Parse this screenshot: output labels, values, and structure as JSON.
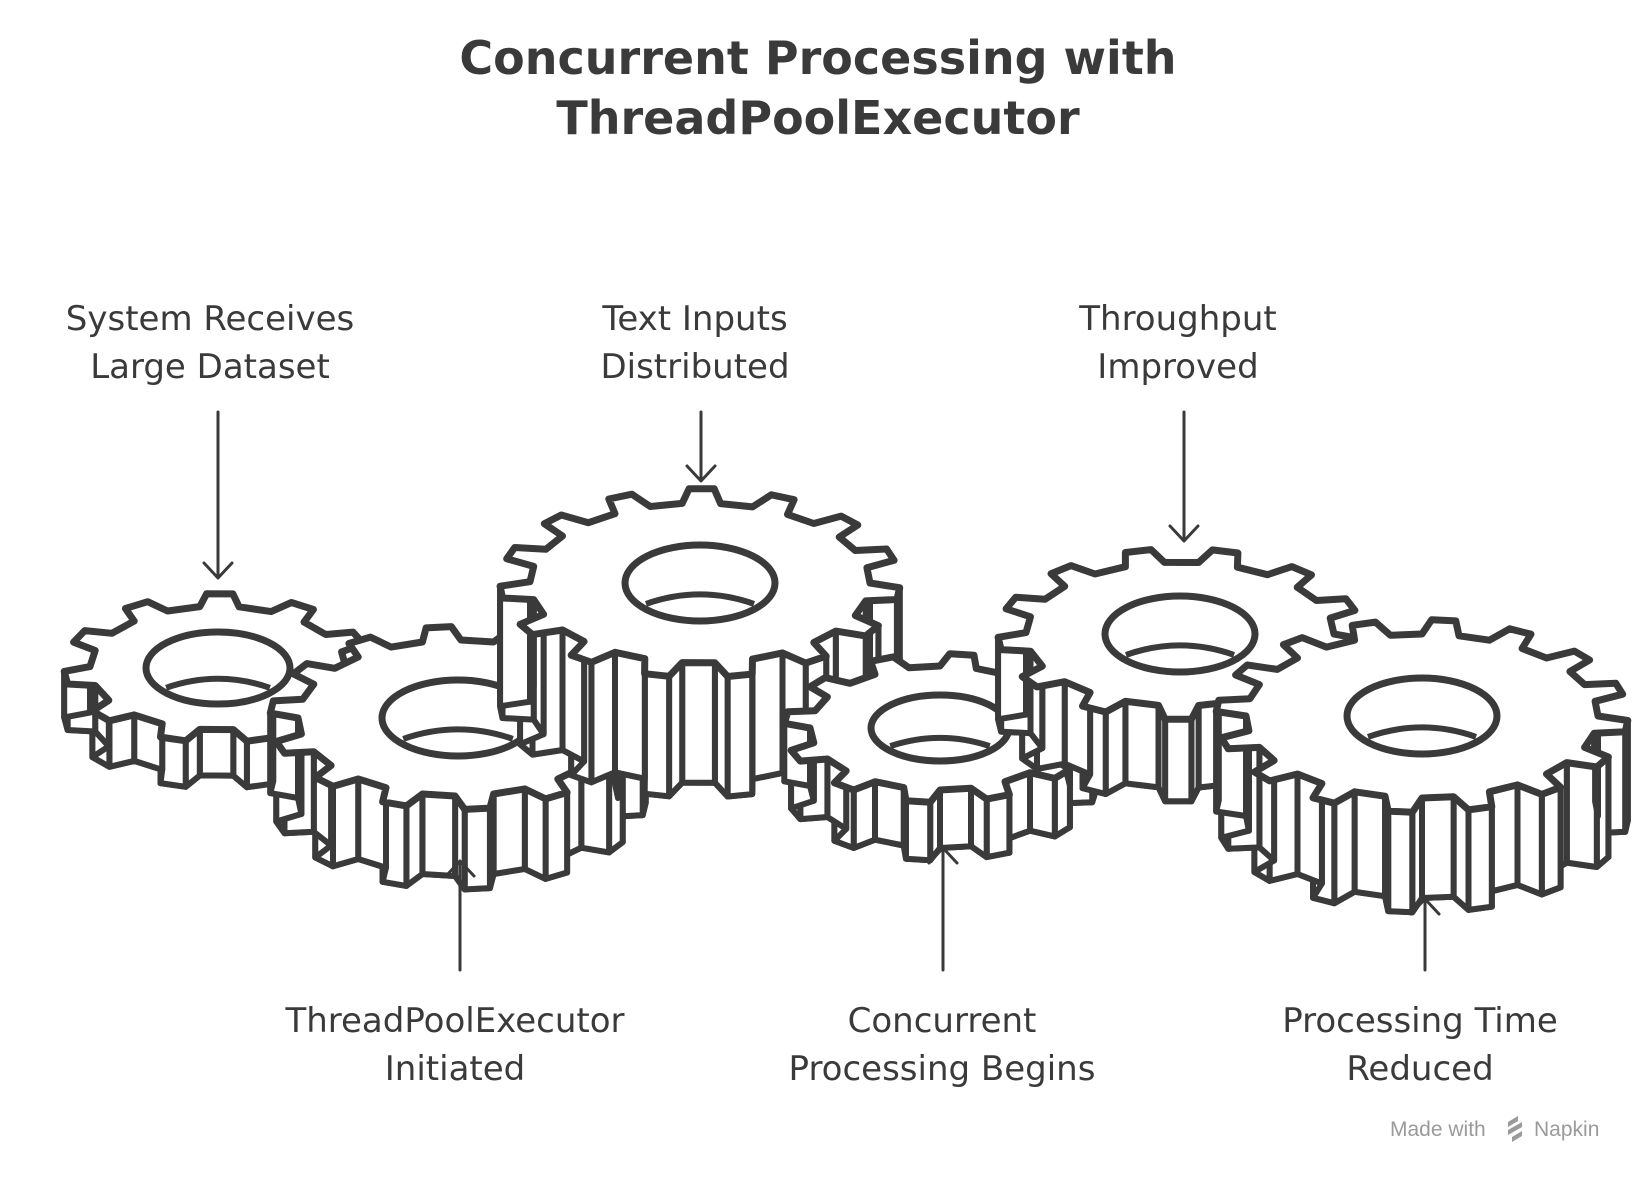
{
  "title": {
    "line1": "Concurrent Processing with",
    "line2": "ThreadPoolExecutor"
  },
  "steps": [
    {
      "line1": "System Receives",
      "line2": "Large Dataset",
      "position": "top"
    },
    {
      "line1": "ThreadPoolExecutor",
      "line2": "Initiated",
      "position": "bottom"
    },
    {
      "line1": "Text Inputs",
      "line2": "Distributed",
      "position": "top"
    },
    {
      "line1": "Concurrent",
      "line2": "Processing Begins",
      "position": "bottom"
    },
    {
      "line1": "Throughput",
      "line2": "Improved",
      "position": "top"
    },
    {
      "line1": "Processing Time",
      "line2": "Reduced",
      "position": "bottom"
    }
  ],
  "watermark": {
    "prefix": "Made with",
    "brand": "Napkin",
    "icon": "napkin-logo-icon"
  },
  "colors": {
    "ink": "#3a3a3a",
    "background": "#ffffff",
    "watermark": "#9a9a9a"
  }
}
